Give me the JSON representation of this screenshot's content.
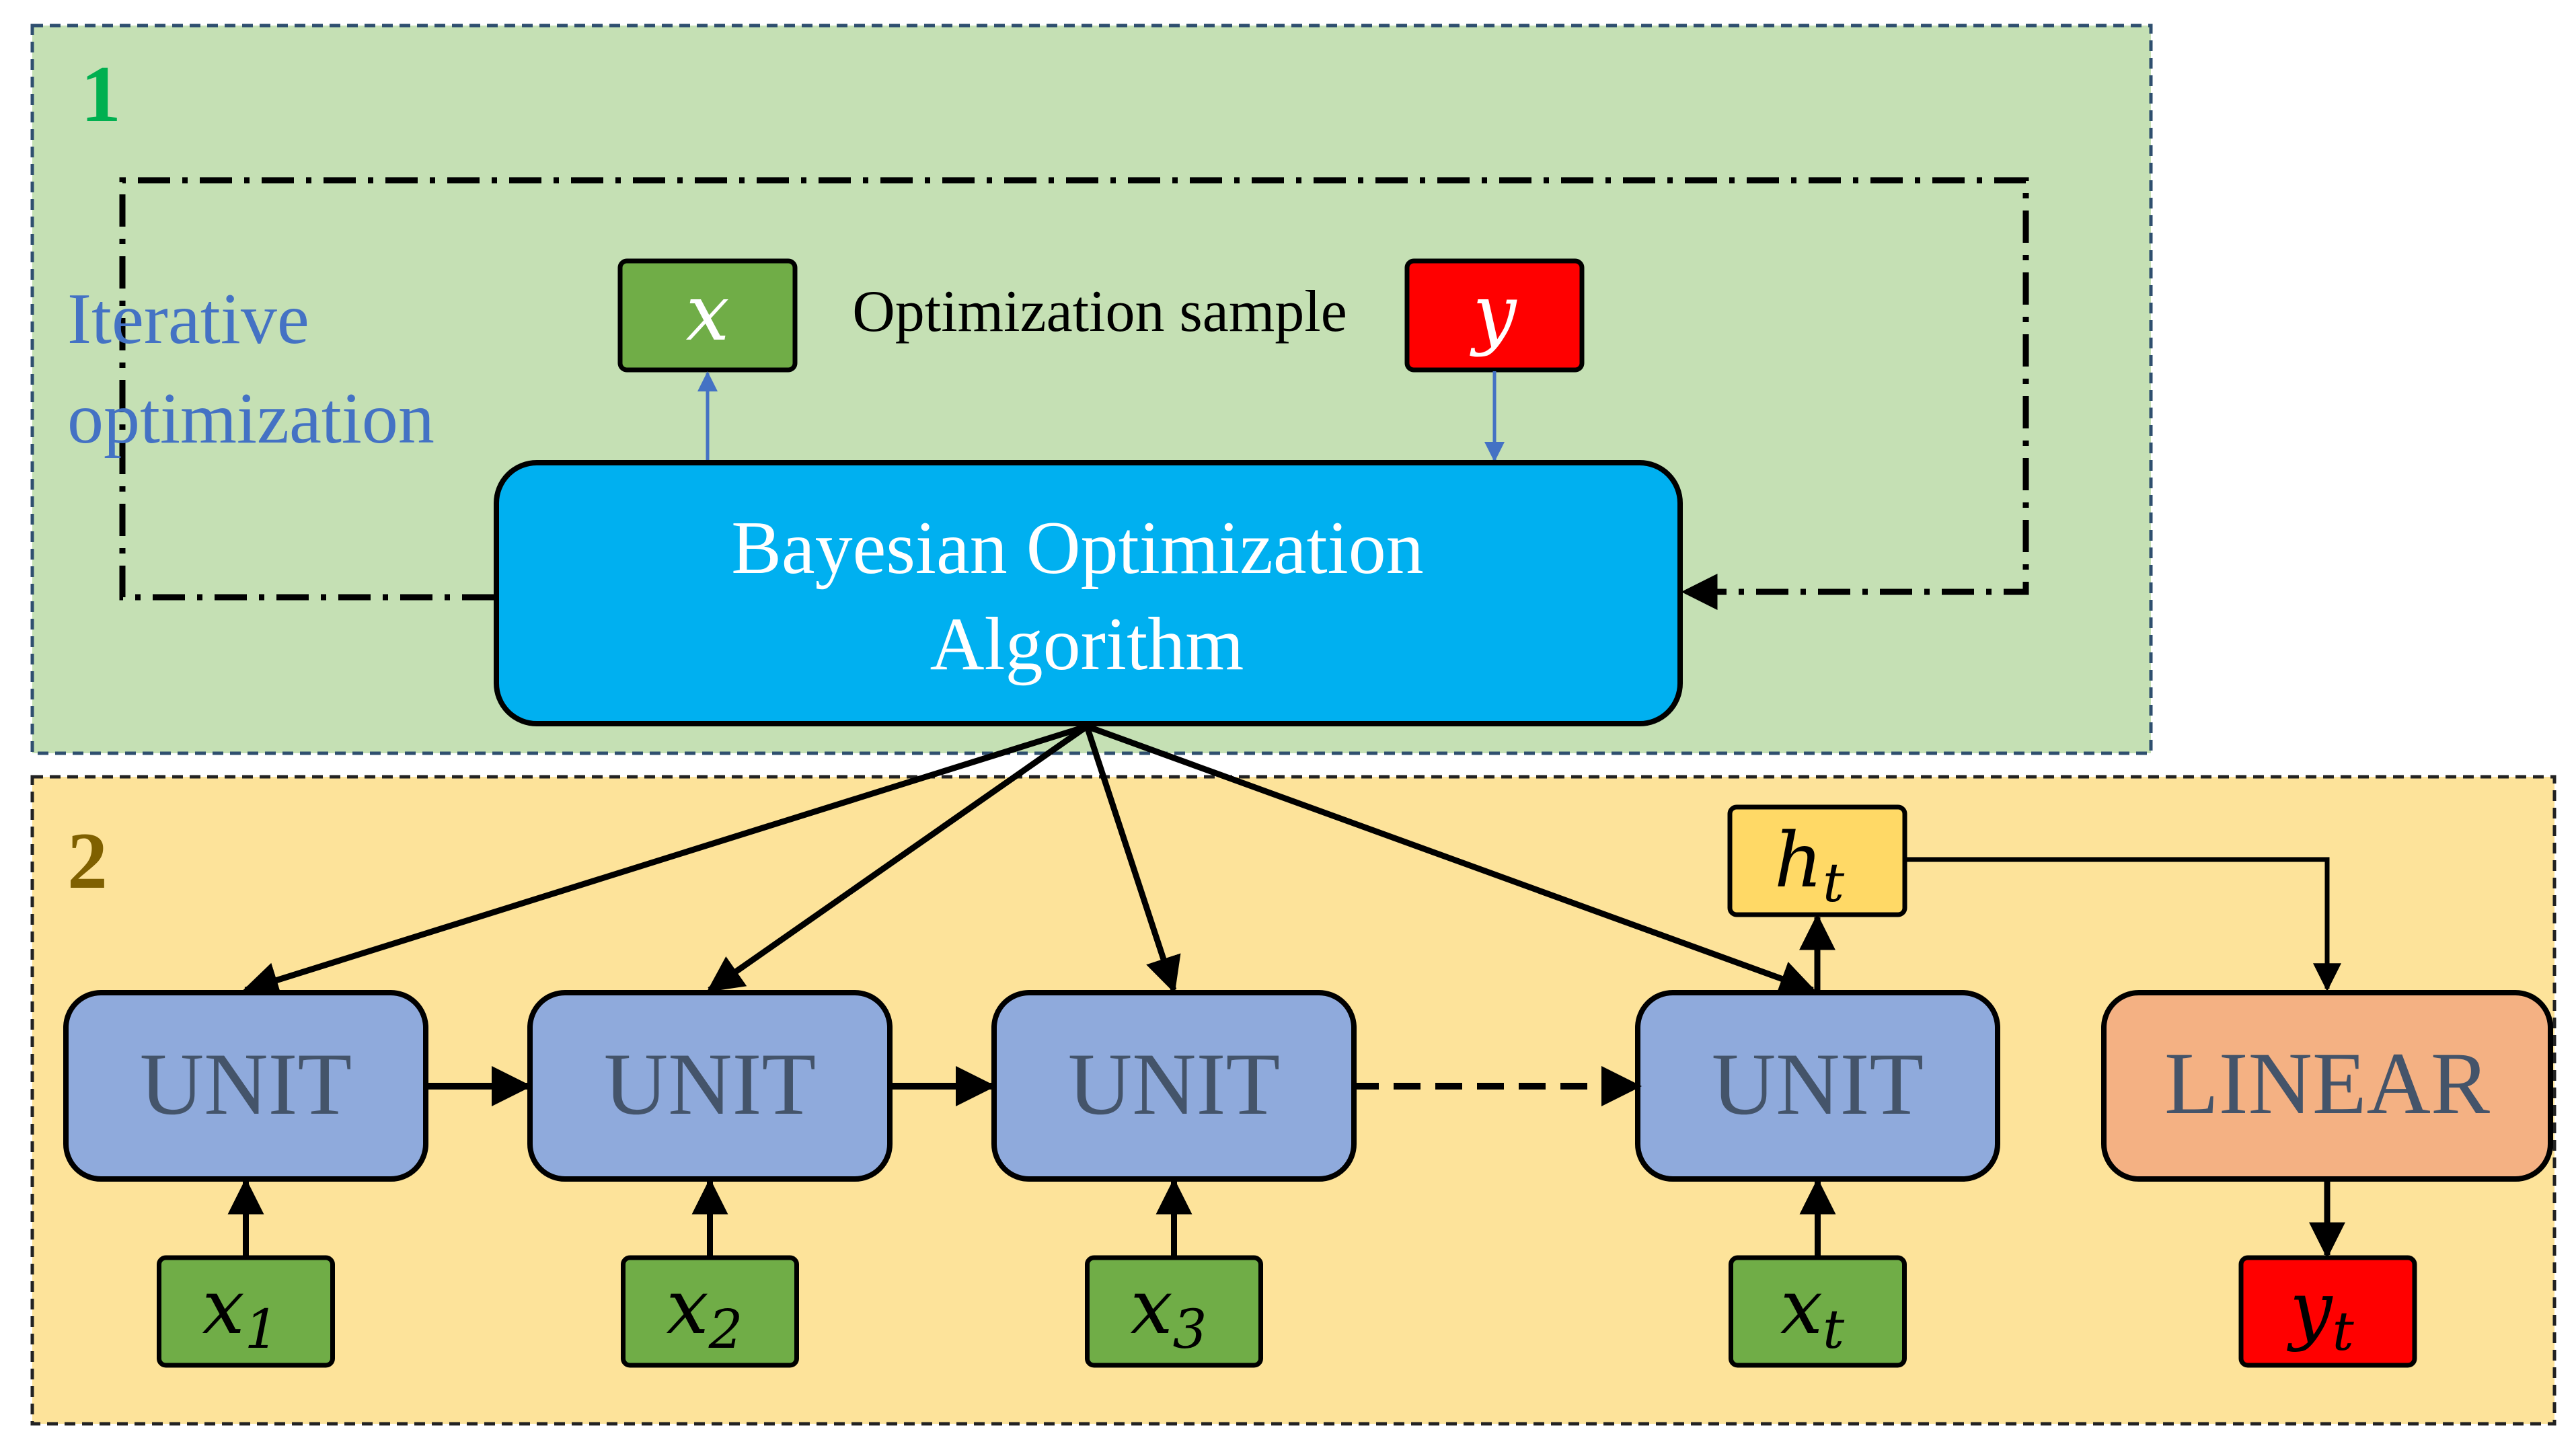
{
  "panel1": {
    "number": "1",
    "fill": "#c5e0b4",
    "number_color": "#00b050"
  },
  "panel2": {
    "number": "2",
    "fill": "#fde39a",
    "number_color": "#7f6000"
  },
  "loop_label": {
    "line1": "Iterative",
    "line2": "optimization",
    "color": "#4472c4"
  },
  "optimizer": {
    "line1": "Bayesian Optimization",
    "line2": "Algorithm",
    "fill": "#00b0f0",
    "text_color": "#ffffff"
  },
  "sample": {
    "x": "x",
    "y": "y",
    "caption": "Optimization sample",
    "x_fill": "#70ad47",
    "y_fill": "#ff0000"
  },
  "units": [
    {
      "label": "UNIT",
      "input": "x",
      "input_sub": "1"
    },
    {
      "label": "UNIT",
      "input": "x",
      "input_sub": "2"
    },
    {
      "label": "UNIT",
      "input": "x",
      "input_sub": "3"
    },
    {
      "label": "UNIT",
      "input": "x",
      "input_sub": "t"
    }
  ],
  "unit_fill": "#8faadc",
  "unit_text_color": "#44546a",
  "hidden": {
    "symbol": "h",
    "sub": "t",
    "fill": "#ffd966"
  },
  "linear": {
    "label": "LINEAR",
    "fill": "#f4b183",
    "text_color": "#44546a"
  },
  "output": {
    "symbol": "y",
    "sub": "t",
    "fill": "#ff0000"
  }
}
